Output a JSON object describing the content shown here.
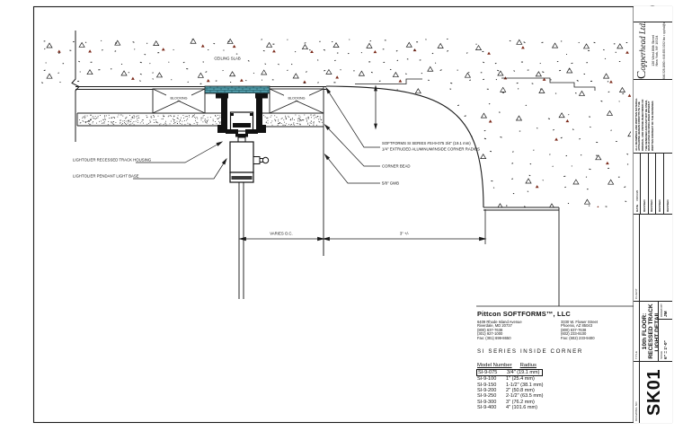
{
  "palette": {
    "line": "#1c1c1c",
    "teal_fill": "#57a3b1",
    "teal_line": "#0b3b44",
    "red_triangle": "#7c2a1a"
  },
  "drawing": {
    "labels": {
      "ceiling_slab": "CEILING SLAB",
      "blocking_left": "BLOCKING",
      "blocking_right": "BLOCKING",
      "track_housing": "LIGHTOLIER RECESSED TRACK HOUSING",
      "pendant_base": "LIGHTOLIER PENDANT LIGHT BASE",
      "softforms_line1": "SOFTFORMS SI SERIES #SI-9-075 3/4\" (19.1 mm)",
      "softforms_line2": "1/4\" EXTRUDED ALUMINUM/INSIDE CORNER RADIUS",
      "corner_bead": "CORNER BEAD",
      "gwb": "5/8\" GWB",
      "dim_varies": "VARIES O.C.",
      "dim_3in": "3\" +/-"
    }
  },
  "info_block": {
    "company": "Pittcon SOFTFORMS™, LLC",
    "office1": [
      "6409 Rhode Island Avenue",
      "Riverdale, MD 20737",
      "(800) 637-7638",
      "(301) 927-1000",
      "Fax: (301) 699-8650"
    ],
    "office2": [
      "3330 W. Flower Street",
      "Phoenix, AZ 85043",
      "(800) 637-7638",
      "(602) 233-9100",
      "Fax: (602) 233-9400"
    ],
    "series_title": "SI SERIES INSIDE CORNER",
    "table_header": {
      "col1": "Model Number",
      "col2": "Radius"
    },
    "models": [
      {
        "model": "SI-9-075",
        "radius": "3/4\" (19.1 mm)",
        "highlighted": true
      },
      {
        "model": "SI-9-100",
        "radius": "1\" (25.4 mm)",
        "highlighted": false
      },
      {
        "model": "SI-9-150",
        "radius": "1-1/2\" (38.1 mm)",
        "highlighted": false
      },
      {
        "model": "SI-9-200",
        "radius": "2\" (50.8 mm)",
        "highlighted": false
      },
      {
        "model": "SI-9-250",
        "radius": "2-1/2\" (63.5 mm)",
        "highlighted": false
      },
      {
        "model": "SI-9-300",
        "radius": "3\" (76.2 mm)",
        "highlighted": false
      },
      {
        "model": "SI-9-400",
        "radius": "4\" (101.6 mm)",
        "highlighted": false
      }
    ]
  },
  "title_block": {
    "firm": {
      "name": "Copperhead Ltd.",
      "address1": "136 West 86th Street",
      "address2": "New York, NY 10024",
      "contact": "646.528.1880 • 646.650.9292 fax • cpphd@aol.net"
    },
    "notes_lines": [
      "ALL DRAWINGS AND WRITTEN MATERIAL",
      "APPEARING HEREIN CONSTITUTE THE",
      "ORIGINAL AND UNPUBLISHED WORK OF",
      "THE DESIGNER AND MAY NOT BE USED,",
      "DUPLICATED OR DISCLOSED WITHOUT",
      "WRITTEN CONSENT OF THE DESIGNER."
    ],
    "revision_rows": [
      {
        "label": "DATE",
        "value": "08/06/95"
      },
      {
        "label": "REVISED",
        "value": ""
      },
      {
        "label": "REVISED",
        "value": ""
      },
      {
        "label": "REVISED",
        "value": ""
      },
      {
        "label": "REVISED",
        "value": ""
      }
    ],
    "client_label": "CLIENT",
    "title_label": "TITLE",
    "title_line1": "10th FLOOR:",
    "title_line2": "RECESSED TRACK LIGHT DETAIL",
    "scale_label": "SCALE",
    "scale_value": "6\" = 1'-0\"",
    "drawn_by_label": "DRAWN BY",
    "drawn_by_value": "JM",
    "drawing_no_label": "DRAWING NO",
    "drawing_no_value": "SK01"
  }
}
